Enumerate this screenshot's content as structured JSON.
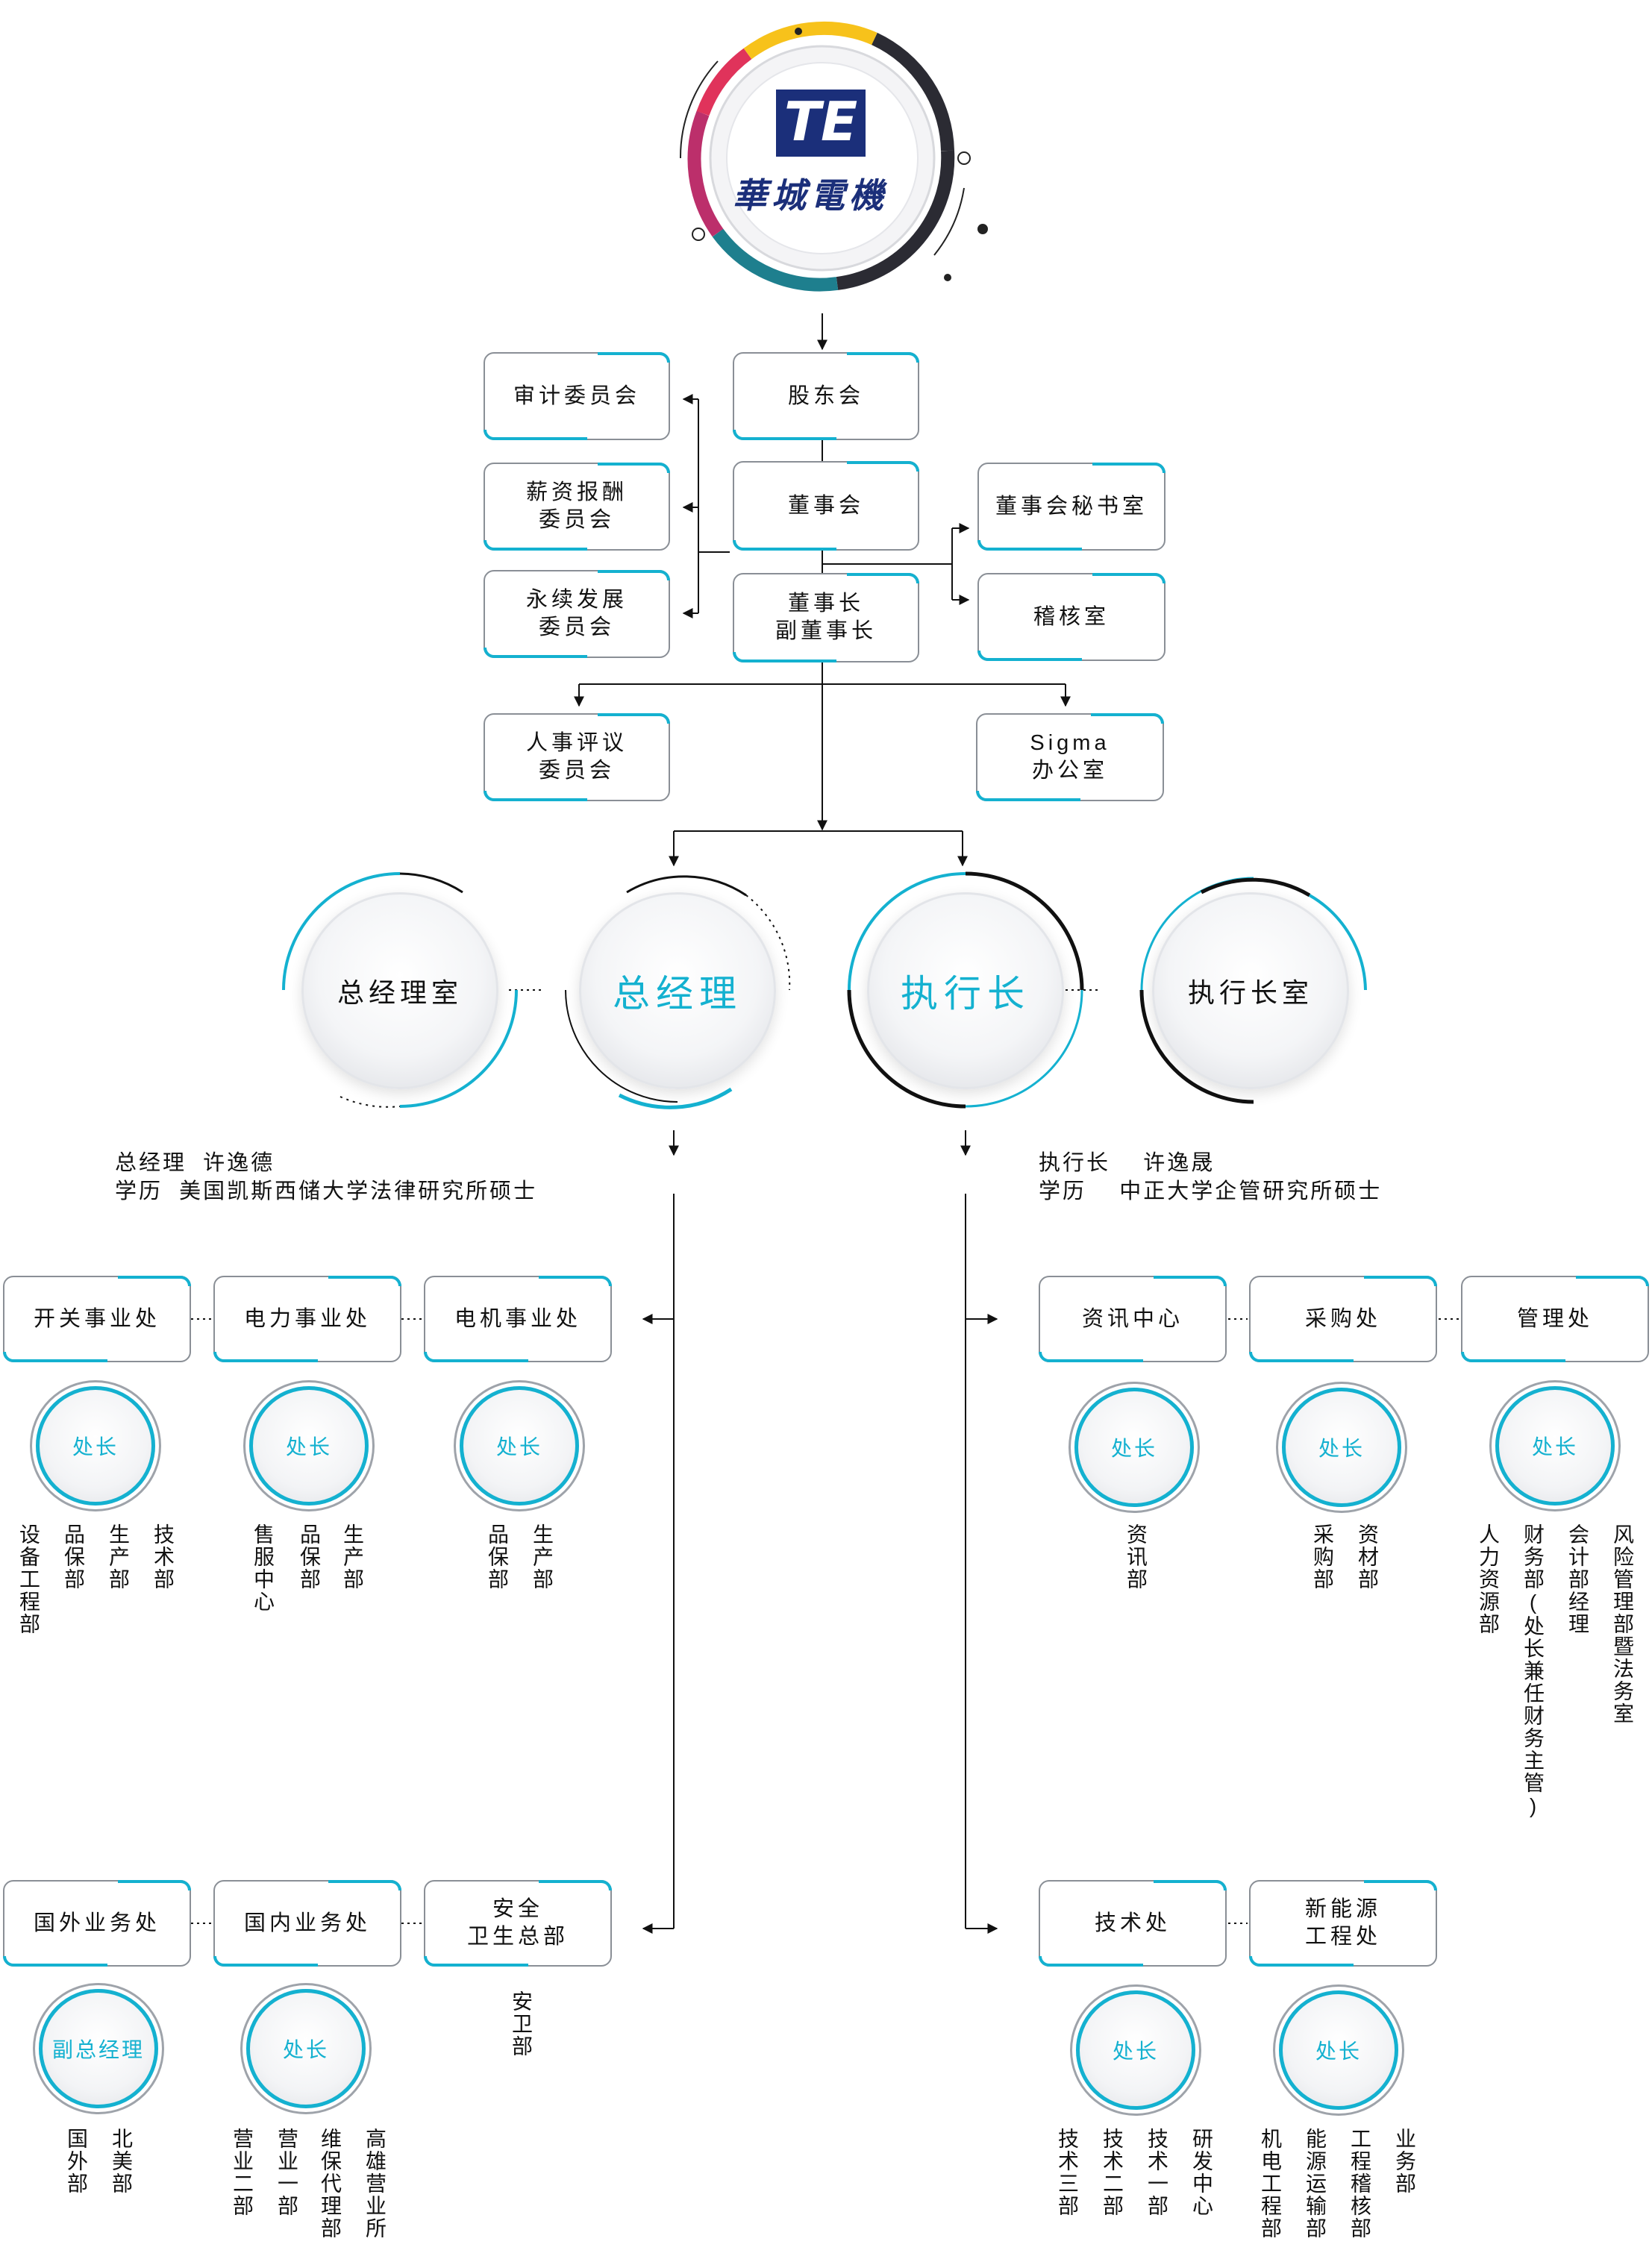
{
  "logo": {
    "mark": "TE",
    "company_name": "華城電機"
  },
  "governance": {
    "shareholders": "股东会",
    "board": "董事会",
    "chairman": "董事长\n副董事长",
    "audit_committee": "审计委员会",
    "remuneration_committee": "薪资报酬\n委员会",
    "sustainability_committee": "永续发展\n委员会",
    "board_secretary": "董事会秘书室",
    "audit_office": "稽核室",
    "hr_committee": "人事评议\n委员会",
    "sigma_office": "Sigma\n办公室"
  },
  "executives": {
    "gm_office": "总经理室",
    "gm": "总经理",
    "ceo": "执行长",
    "ceo_office": "执行长室"
  },
  "gm_info": {
    "line1": "总经理  许逸德",
    "line2": "学历  美国凯斯西储大学法律研究所硕士"
  },
  "ceo_info": {
    "line1": "执行长    许逸晟",
    "line2": "学历    中正大学企管研究所硕士"
  },
  "left_divisions_top": [
    {
      "name": "开关事业处",
      "head": "处长",
      "units": [
        "技术部",
        "生产部",
        "品保部",
        "设备工程部"
      ]
    },
    {
      "name": "电力事业处",
      "head": "处长",
      "units": [
        "生产部",
        "品保部",
        "售服中心"
      ]
    },
    {
      "name": "电机事业处",
      "head": "处长",
      "units": [
        "生产部",
        "品保部"
      ]
    }
  ],
  "left_divisions_bottom": [
    {
      "name": "国外业务处",
      "head": "副总经理",
      "units": [
        "北美部",
        "国外部"
      ]
    },
    {
      "name": "国内业务处",
      "head": "处长",
      "units": [
        "高雄营业所",
        "维保代理部",
        "营业一部",
        "营业二部"
      ]
    },
    {
      "name": "安全\n卫生总部",
      "head": "",
      "units": [
        "安卫部"
      ]
    }
  ],
  "right_divisions_top": [
    {
      "name": "资讯中心",
      "head": "处长",
      "units": [
        "资讯部"
      ]
    },
    {
      "name": "采购处",
      "head": "处长",
      "units": [
        "资材部",
        "采购部"
      ]
    },
    {
      "name": "管理处",
      "head": "处长",
      "units": [
        "风险管理部暨法务室",
        "会计部经理",
        "财务部(处长兼任财务主管)",
        "人力资源部"
      ]
    }
  ],
  "right_divisions_bottom": [
    {
      "name": "技术处",
      "head": "处长",
      "units": [
        "研发中心",
        "技术一部",
        "技术二部",
        "技术三部"
      ]
    },
    {
      "name": "新能源\n工程处",
      "head": "处长",
      "units": [
        "业务部",
        "工程稽核部",
        "能源运输部",
        "机电工程部"
      ]
    }
  ],
  "colors": {
    "accent": "#14b1d0",
    "line": "#111111",
    "border": "#8a8f96",
    "logo_blue": "#1b2f7a"
  }
}
